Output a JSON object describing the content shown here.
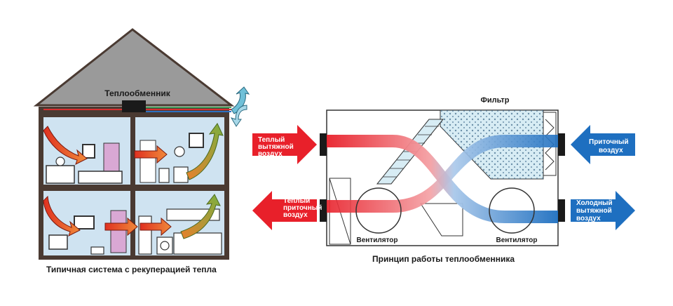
{
  "house": {
    "heat_exchanger_label": "Теплообменник",
    "caption": "Типичная система с рекуперацией тепла"
  },
  "exchanger": {
    "filter_label": "Фильтр",
    "fan_left_label": "Вентилятор",
    "fan_right_label": "Вентилятор",
    "caption": "Принцип работы теплообменника"
  },
  "arrows": {
    "warm_exhaust": [
      "Теплый",
      "вытяжной",
      "воздух"
    ],
    "warm_supply": [
      "Теплый",
      "приточный",
      "воздух"
    ],
    "supply": [
      "Приточный",
      "воздух"
    ],
    "cold_exhaust": [
      "Холодный",
      "вытяжной",
      "воздух"
    ]
  },
  "colors": {
    "warm": "#e8202a",
    "cold": "#1e6fc0",
    "roof": "#9a9a9a",
    "wall": "#4a3a32",
    "room": "#cfe3f1",
    "filter": "#d7ecf4"
  }
}
